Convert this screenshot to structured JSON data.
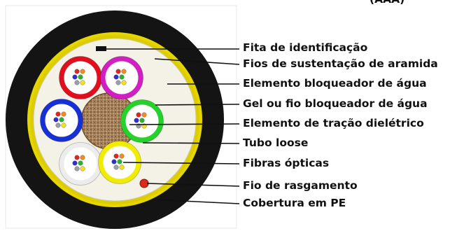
{
  "partial_heading": "(AAA)",
  "labels": [
    "Fita de identificação",
    "Fios de sustentação de aramida",
    "Elemento bloqueador de água",
    "Gel ou fio bloqueador de água",
    "Elemento de tração dielétrico",
    "Tubo loose",
    "Fibras ópticas",
    "Fio de rasgamento",
    "Cobertura em PE"
  ],
  "colors": {
    "outer_jacket": "#141414",
    "aramid_yarn": "#e6d600",
    "inner_sheath": "#f4f2e6",
    "central_member": "#b8926a",
    "tubes": [
      "#e10f1d",
      "#d11fc2",
      "#1630d6",
      "#25d12a",
      "#ececec",
      "#f0ec00"
    ],
    "fibers": [
      "#e1261c",
      "#f28c1c",
      "#2f2fd3",
      "#27b52e",
      "#9aa0a6",
      "#f5e21b"
    ],
    "ripcord": "#d92a1b",
    "id_tape": "#111111"
  }
}
